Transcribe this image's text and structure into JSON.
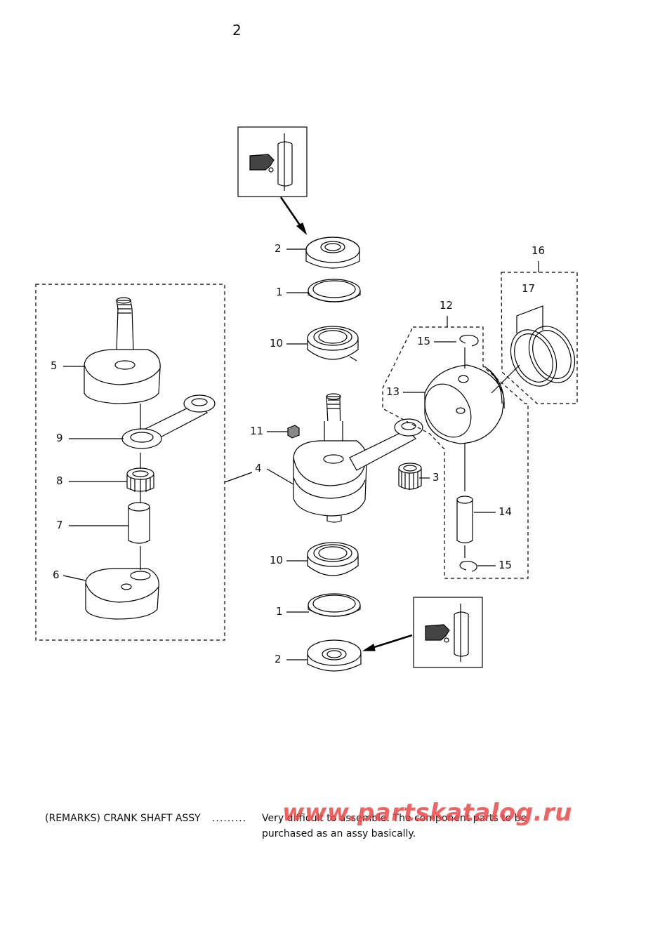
{
  "page_number": "2",
  "callouts": {
    "c1_top": "1",
    "c1_bottom": "1",
    "c2_top": "2",
    "c2_bottom": "2",
    "c3": "3",
    "c4": "4",
    "c5": "5",
    "c6": "6",
    "c7": "7",
    "c8": "8",
    "c9": "9",
    "c10_top": "10",
    "c10_bottom": "10",
    "c11": "11",
    "c12": "12",
    "c13": "13",
    "c14": "14",
    "c15_top": "15",
    "c15_bottom": "15",
    "c16": "16",
    "c17": "17"
  },
  "remarks": {
    "label": "(REMARKS) CRANK SHAFT ASSY",
    "dots": ".........",
    "line1": "Very difficult to assemble. The component parts to be",
    "line2": "purchased as an assy basically."
  },
  "watermark": "www.partskatalog.ru"
}
